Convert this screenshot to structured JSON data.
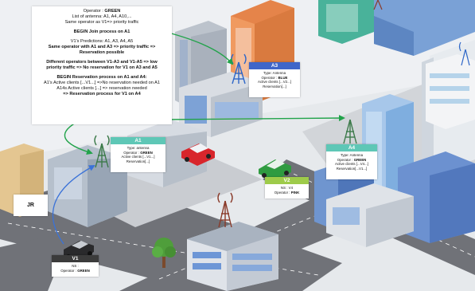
{
  "notes": {
    "line1_prefix": "Operator : ",
    "line1_value": "GREEN",
    "line2": "List of antenna: A1, A4, A10,...",
    "line3": "Same operator as V1=> priority traffic",
    "line4": "BEGIN Join process on A1",
    "line5": "V1's Predictions: A1, A3, A4, A5",
    "line6": "Same operator with A1 and A3 => priority traffic =>",
    "line7": "Reservation possible",
    "line8": "Different operators between V1-A3 and V1-A5 => low",
    "line9": "priority traffic => No reservation for V1 on A3 and A5",
    "line10": "BEGIN Reservation process on A1 and A4:",
    "line11": "A1's Active clients [...V1...] =>No reservation needed on A1",
    "line12": "A14s Active clients [...] => reservation needed",
    "line13": "=> Reservation process for V1 on A4"
  },
  "cards": {
    "a3": {
      "title": "A3",
      "type": "Type: Antenna",
      "operator_prefix": "Operator : ",
      "operator_value": "BLUE",
      "clients": "Active clients [...V2...]",
      "reservation": "Reservation[...]"
    },
    "a1": {
      "title": "A1",
      "type": "Type: antenna",
      "operator_prefix": "Operator : ",
      "operator_value": "GREEN",
      "clients": "Active clients [...V1...]",
      "reservation": "Reservation[...]"
    },
    "a4": {
      "title": "A4",
      "type": "Type: Antenna",
      "operator_prefix": "Operator : ",
      "operator_value": "GREEN",
      "clients": "Active clients [...V4...]",
      "reservation": "Reservation[...V1...]"
    },
    "v2": {
      "title": "V2",
      "ns": "NS : V4",
      "operator_prefix": "Operator : ",
      "operator_value": "PINK"
    },
    "v1": {
      "title": "V1",
      "ns": "NS :",
      "operator_prefix": "Operator : ",
      "operator_value": "GREEN"
    }
  },
  "jr_label": "JR",
  "colors": {
    "a3_header": "#3f66c9",
    "a1_header": "#5ec7b6",
    "a4_header": "#5ec7b6",
    "v2_header": "#9ecb4a",
    "v1_header": "#3b3b3b",
    "arrow_green": "#21a34a",
    "arrow_blue": "#3a72d8",
    "road": "#6e7075",
    "antenna": "#2f67c8",
    "antenna_a4": "#3c7a4a",
    "antenna_center": "#8a3b2a"
  }
}
